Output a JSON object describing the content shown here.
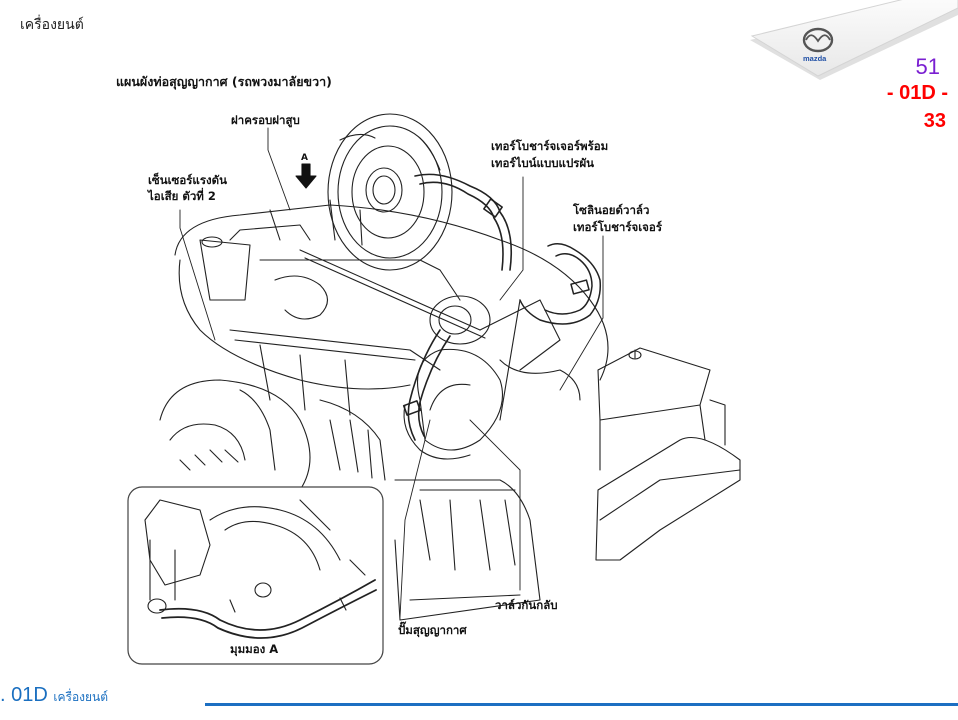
{
  "header": {
    "section_title": "เครื่องยนต์",
    "brand": "mazda",
    "page_number": "51",
    "section_code": "- 01D -",
    "section_page": "33"
  },
  "diagram": {
    "title": "แผนผังท่อสุญญากาศ (รถพวงมาลัยขวา)",
    "view_marker": "A",
    "labels": {
      "cylinder_head_cover": "ฝาครอบฝาสูบ",
      "exhaust_pressure_sensor_line1": "เซ็นเซอร์แรงดัน",
      "exhaust_pressure_sensor_line2": "ไอเสีย ตัวที่ 2",
      "turbocharger_line1": "เทอร์โบชาร์จเจอร์พร้อม",
      "turbocharger_line2": "เทอร์ไบน์แบบแปรผัน",
      "solenoid_line1": "โซลินอยด์วาล์ว",
      "solenoid_line2": "เทอร์โบชาร์จเจอร์",
      "check_valve": "วาล์วกันกลับ",
      "vacuum_pump": "ปั๊มสุญญากาศ",
      "view_a": "มุมมอง A"
    }
  },
  "footer": {
    "code": ". 01D",
    "section": "เครื่องยนต์",
    "accent_color": "#1c6fc2"
  },
  "colors": {
    "page_number": "#7a1fd1",
    "section_code": "#ff0000"
  }
}
